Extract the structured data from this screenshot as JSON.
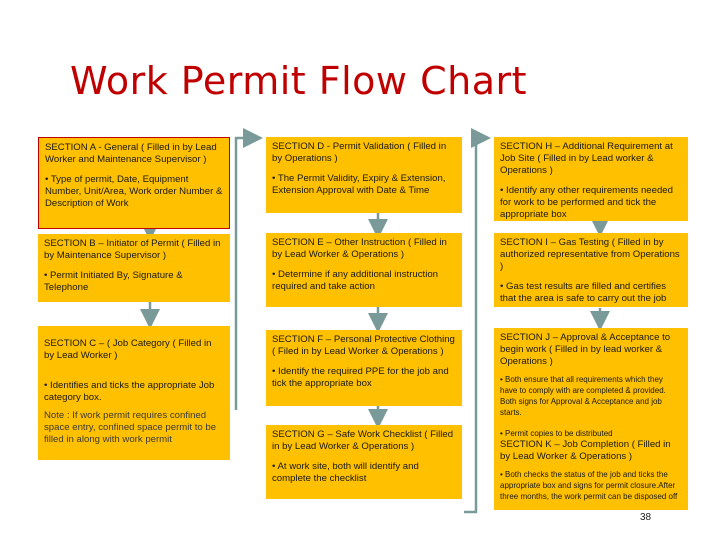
{
  "title": "Work Permit Flow Chart",
  "page_number": "38",
  "colors": {
    "title": "#c00000",
    "box_fill": "#ffc000",
    "box_border": "#c00000",
    "arrow": "#7a9a9a"
  },
  "sections": {
    "a": {
      "heading": "SECTION A - General ( Filled in by Lead Worker and Maintenance Supervisor )",
      "bullet": "• Type of permit, Date, Equipment Number, Unit/Area, Work order Number & Description of Work"
    },
    "b": {
      "heading": "SECTION B – Initiator of Permit ( Filled in by Maintenance Supervisor )",
      "bullet": "• Permit Initiated By, Signature & Telephone"
    },
    "c": {
      "heading": "SECTION C – ( Job Category ( Filled in by Lead Worker )",
      "bullet": "• Identifies and ticks the appropriate Job category box.",
      "note": "Note : If work permit requires confined space entry, confined space permit to be filled in along with work permit"
    },
    "d": {
      "heading": "SECTION D - Permit Validation ( Filled in by Operations )",
      "bullet": "• The Permit Validity, Expiry & Extension, Extension Approval with Date & Time"
    },
    "e": {
      "heading": "SECTION E – Other Instruction ( Filled in by Lead Worker & Operations )",
      "bullet": "• Determine if any additional instruction required and take action"
    },
    "f": {
      "heading": "SECTION F – Personal Protective Clothing ( Filed in by Lead Worker & Operations )",
      "bullet": "• Identify the required PPE for the job and tick the appropriate box"
    },
    "g": {
      "heading": "SECTION G – Safe Work Checklist ( Filled in by Lead Worker & Operations )",
      "bullet": "• At work site, both will identify and complete the checklist"
    },
    "h": {
      "heading": "SECTION H – Additional Requirement at Job Site ( Filled in by Lead worker & Operations )",
      "bullet": "• Identify any other requirements needed for work to be performed and tick the appropriate box"
    },
    "i": {
      "heading": "SECTION I – Gas Testing ( Filled in by authorized representative from Operations )",
      "bullet": "• Gas test results are filled and certifies that the area is safe to carry out the job"
    },
    "j": {
      "heading": "SECTION J – Approval & Acceptance to begin work ( Filled in by lead worker & Operations )",
      "bullet1": "• Both ensure that all requirements which they have to comply with are completed & provided. Both signs for Approval & Acceptance and job starts.",
      "bullet2": "• Permit copies to be distributed"
    },
    "k": {
      "heading": "SECTION K – Job Completion ( Filled in by Lead Worker & Operations )",
      "bullet": "• Both checks the status of the job and ticks the appropriate box and signs for permit closure.After three months, the work permit can be disposed off"
    }
  }
}
